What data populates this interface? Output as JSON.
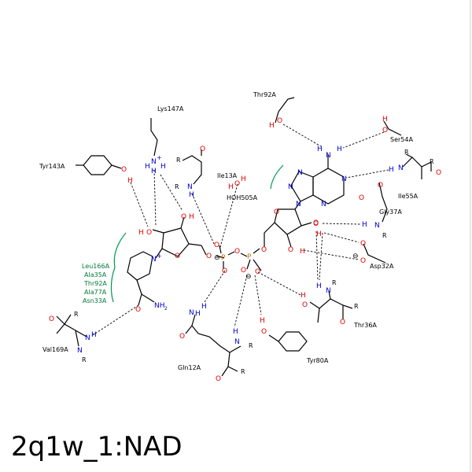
{
  "title": "2q1w_1:NAD",
  "residues": {
    "lys147": "Lys147A",
    "tyr143": "Tyr143A",
    "ile13": "Ile13A",
    "hoh505": "HOH505A",
    "thr92": "Thr92A",
    "ser54": "Ser54A",
    "ile55": "Ile55A",
    "gly37": "Gly37A",
    "asp32": "Asp32A",
    "thr36": "Thr36A",
    "tyr80": "Tyr80A",
    "gln12": "Gln12A",
    "val169": "Val169A"
  },
  "hydrophobic": [
    "Leu166A",
    "Ala35A",
    "Thr92A",
    "Ala77A",
    "Asn33A"
  ],
  "atoms": {
    "O": "O",
    "H": "H",
    "N": "N",
    "P": "P",
    "R": "R",
    "OH": "OH",
    "HO": "HO",
    "NH": "NH",
    "NH2": "NH",
    "NH2_sub": "2",
    "Nplus": "N",
    "plus": "+",
    "minus": "⊖"
  },
  "colors": {
    "oxygen": "#e00000",
    "nitrogen": "#0000cc",
    "phosphorus": "#d07000",
    "hydrophobic": "#007a3a"
  }
}
